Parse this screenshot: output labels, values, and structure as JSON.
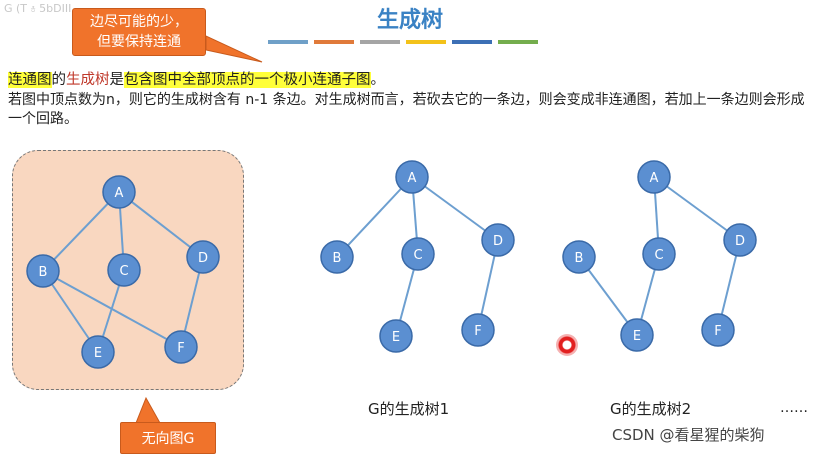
{
  "title": "生成树",
  "watermark_top": "G (T ಕಿ 5bDIII",
  "top_callout": {
    "line1": "边尽可能的少，",
    "line2": "但要保持连通"
  },
  "color_bars": [
    "#6fa0c8",
    "#e07a3a",
    "#a5a5a5",
    "#f3c21a",
    "#3c6fb5",
    "#74ad4d"
  ],
  "definition": {
    "part1": "连通图",
    "part2": "的",
    "part3": "生成树",
    "part4": "是",
    "part5": "包含图中全部顶点的一个极小连通子图",
    "part6": "。"
  },
  "paragraph": "若图中顶点数为n，则它的生成树含有 n-1 条边。对生成树而言，若砍去它的一条边，则会变成非连通图，若加上一条边则会形成一个回路。",
  "graph_labels": [
    "A",
    "B",
    "C",
    "D",
    "E",
    "F"
  ],
  "captions": {
    "tree1": "G的生成树1",
    "tree2": "G的生成树2"
  },
  "ellipsis": "……",
  "bottom_callout": "无向图G",
  "csdn_watermark": "CSDN @看星猩的柴狗",
  "colors": {
    "node_fill": "#5b8fd1",
    "node_stroke": "#3a6aa8",
    "edge": "#6d9fd0",
    "callout": "#f0732b"
  }
}
